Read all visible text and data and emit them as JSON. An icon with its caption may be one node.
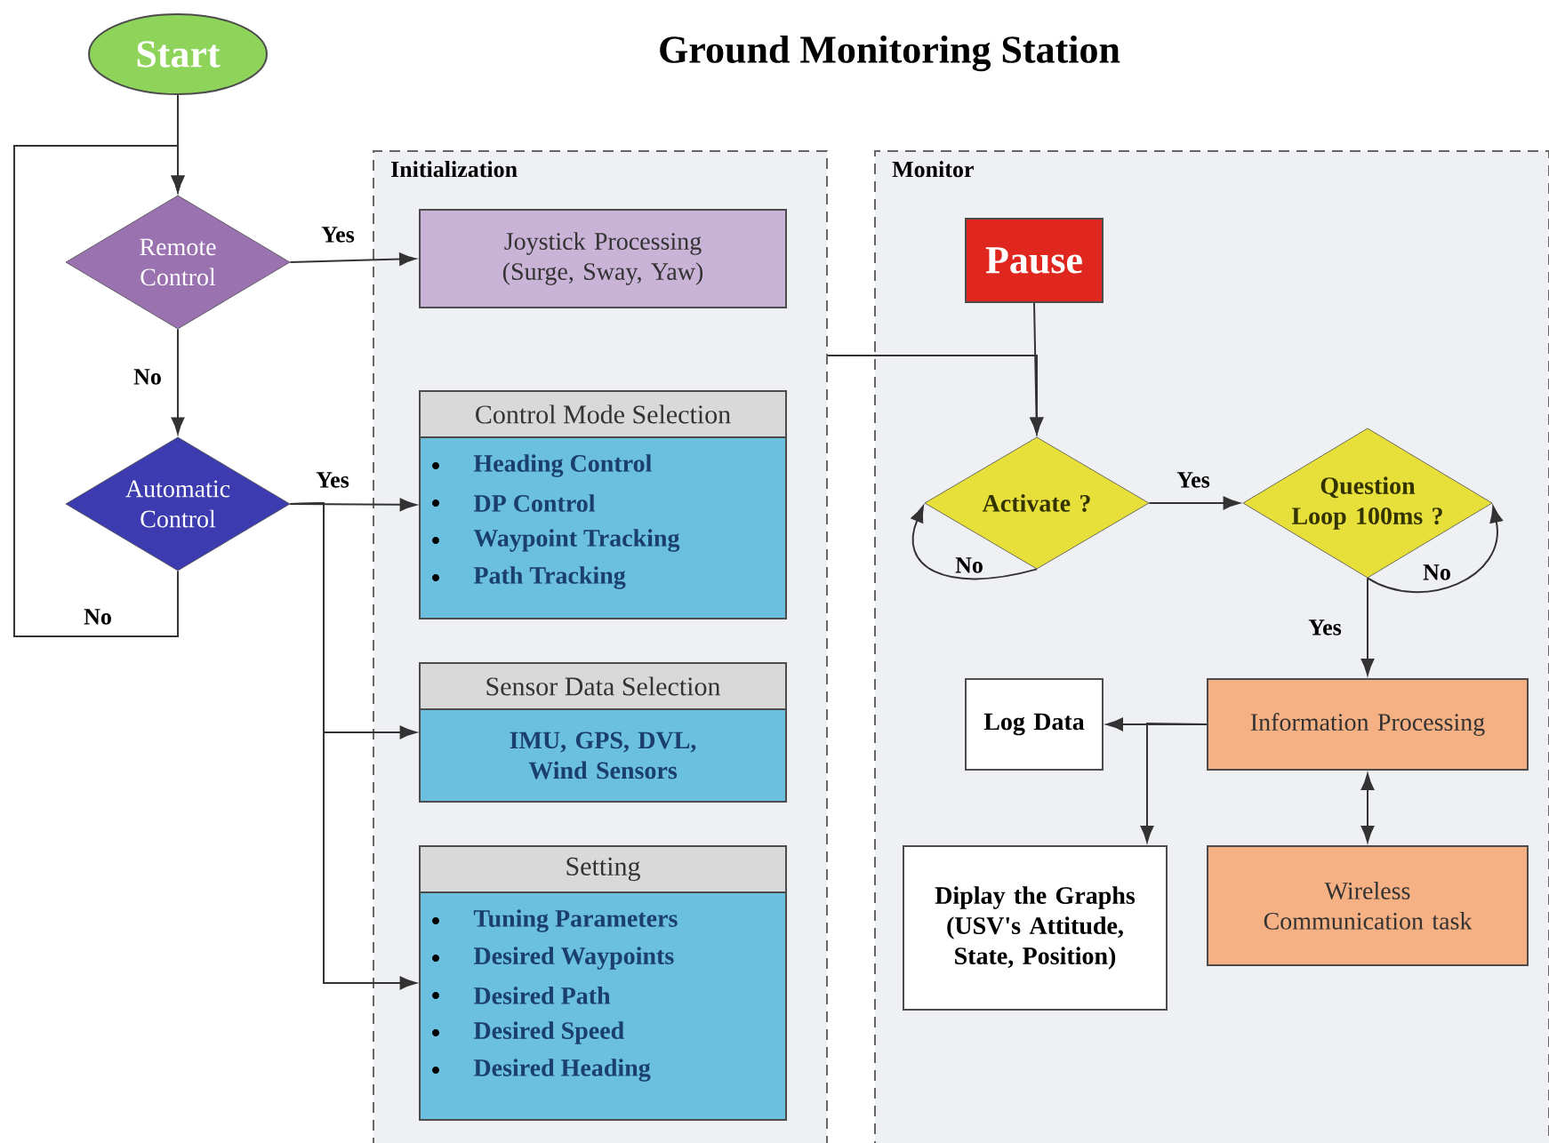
{
  "diagram": {
    "title": "Ground Monitoring Station",
    "nodes": [
      {
        "text": [
          "Start"
        ]
      },
      {
        "text": [
          "Initialization"
        ]
      },
      {
        "text": [
          "Monitor"
        ]
      },
      {
        "text": [
          "Remote Control"
        ]
      },
      {
        "text": [
          "Automatic Control"
        ]
      },
      {
        "text": [
          "Joystick Processing (Surge, Sway, Yaw)"
        ],
        "in": 1
      },
      {
        "text": [
          "Control Mode Selection",
          "Heading Control",
          "DP Control",
          "Waypoint Tracking",
          "Path Tracking"
        ],
        "in": 1
      },
      {
        "text": [
          "Sensor Data Selection",
          "IMU, GPS, DVL, Wind Sensors"
        ],
        "in": 1
      },
      {
        "text": [
          "Setting",
          "Tuning Parameters",
          "Desired Waypoints",
          "Desired Path",
          "Desired Speed",
          "Desired Heading"
        ],
        "in": 1
      },
      {
        "text": [
          "Pause"
        ],
        "in": 2
      },
      {
        "text": [
          "Activate ?"
        ],
        "in": 2
      },
      {
        "text": [
          "Question Loop 100ms ?"
        ],
        "in": 2
      },
      {
        "text": [
          "Information Processing"
        ],
        "in": 2
      },
      {
        "text": [
          "Log Data"
        ],
        "in": 2
      },
      {
        "text": [
          "Diplay the Graphs (USV's Attitude, State, Position)"
        ],
        "in": 2
      },
      {
        "text": [
          "Wireless Communication task"
        ],
        "in": 2
      }
    ],
    "edges": [
      {
        "from": 0,
        "to": 3,
        "arrow": "to"
      },
      {
        "from": 4,
        "to": 3,
        "arrow": "to",
        "label": "No"
      },
      {
        "from": 3,
        "to": 5,
        "arrow": "to",
        "label": "Yes"
      },
      {
        "from": 3,
        "to": 4,
        "arrow": "to",
        "label": "No"
      },
      {
        "from": 4,
        "to": 6,
        "arrow": "to",
        "label": "Yes"
      },
      {
        "from": 4,
        "to": 7,
        "arrow": "to"
      },
      {
        "from": 4,
        "to": 8,
        "arrow": "to"
      },
      {
        "from": 1,
        "to": 10,
        "arrow": "to"
      },
      {
        "from": 9,
        "to": 10,
        "arrow": "to"
      },
      {
        "from": 10,
        "to": 10,
        "arrow": "to",
        "label": "No"
      },
      {
        "from": 10,
        "to": 11,
        "arrow": "to",
        "label": "Yes"
      },
      {
        "from": 11,
        "to": 11,
        "arrow": "to",
        "label": "No"
      },
      {
        "from": 11,
        "to": 12,
        "arrow": "to",
        "label": "Yes"
      },
      {
        "from": 12,
        "to": 13,
        "arrow": "to"
      },
      {
        "from": 12,
        "to": 14,
        "arrow": "to"
      },
      {
        "from": 12,
        "to": 15,
        "arrow": "both"
      }
    ]
  }
}
